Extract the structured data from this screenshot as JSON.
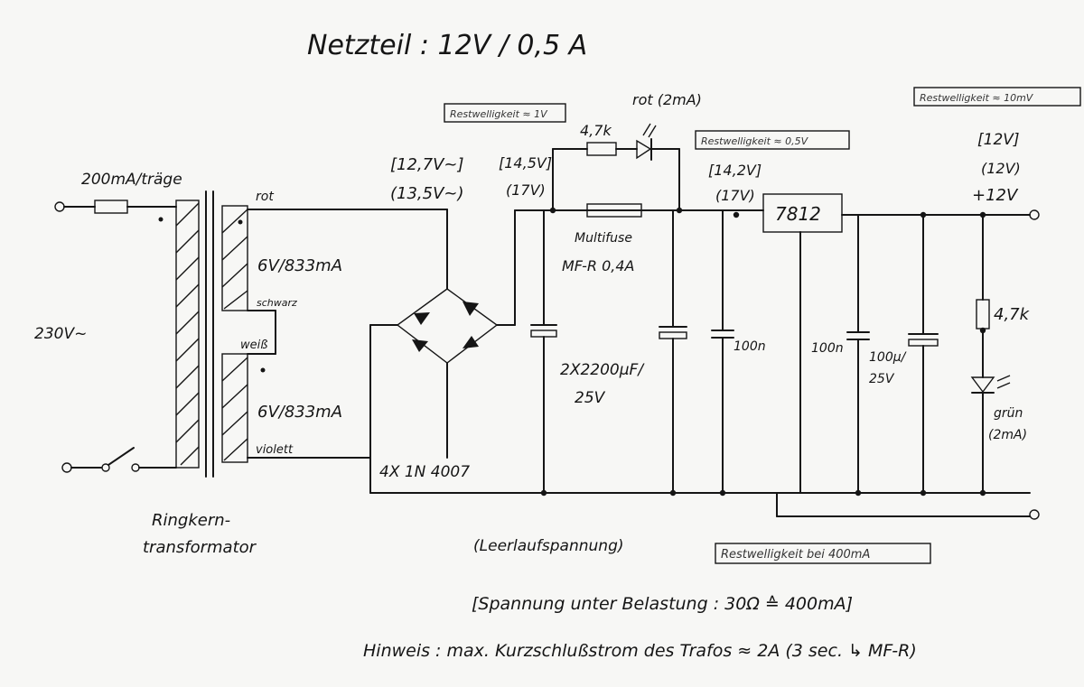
{
  "diagram": {
    "title": "Netzteil : 12V / 0,5 A",
    "fuse_label": "200mA/träge",
    "mains_label": "230V~",
    "transformer_label_1": "Ringkern-",
    "transformer_label_2": "transformator",
    "wire_rot": "rot",
    "wire_schwarz": "schwarz",
    "wire_weiss": "weiß",
    "wire_violett": "violett",
    "winding_top": "6V/833mA",
    "winding_bottom": "6V/833mA",
    "ac_loaded": "[12,7V~]",
    "ac_idle": "(13,5V~)",
    "rect_loaded": "[14,5V]",
    "rect_idle": "(17V)",
    "ripple_1": "Restwelligkeit ≈ 1V",
    "ripple_2": "Restwelligkeit ≈ 0,5V",
    "ripple_3": "Restwelligkeit ≈ 10mV",
    "ripple_footer": "Restwelligkeit bei 400mA",
    "bridge_label": "4X 1N 4007",
    "resistor_led_red": "4,7k",
    "led_red_label": "rot (2mA)",
    "multifuse_1": "Multifuse",
    "multifuse_2": "MF-R 0,4A",
    "cap_main_1": "2X2200µF/",
    "cap_main_2": "25V",
    "after_fuse_loaded": "[14,2V]",
    "after_fuse_idle": "(17V)",
    "cap_100n_a": "100n",
    "regulator": "7812",
    "cap_100n_b": "100n",
    "cap_out_1": "100µ/",
    "cap_out_2": "25V",
    "out_loaded": "[12V]",
    "out_idle": "(12V)",
    "out_label": "+12V",
    "resistor_led_green": "4,7k",
    "led_green_1": "grün",
    "led_green_2": "(2mA)",
    "legend_idle": "(Leerlaufspannung)",
    "legend_loaded": "[Spannung unter Belastung : 30Ω ≙ 400mA]",
    "note": "Hinweis : max. Kurzschlußstrom des Trafos ≈ 2A (3 sec. ↳ MF-R)"
  }
}
